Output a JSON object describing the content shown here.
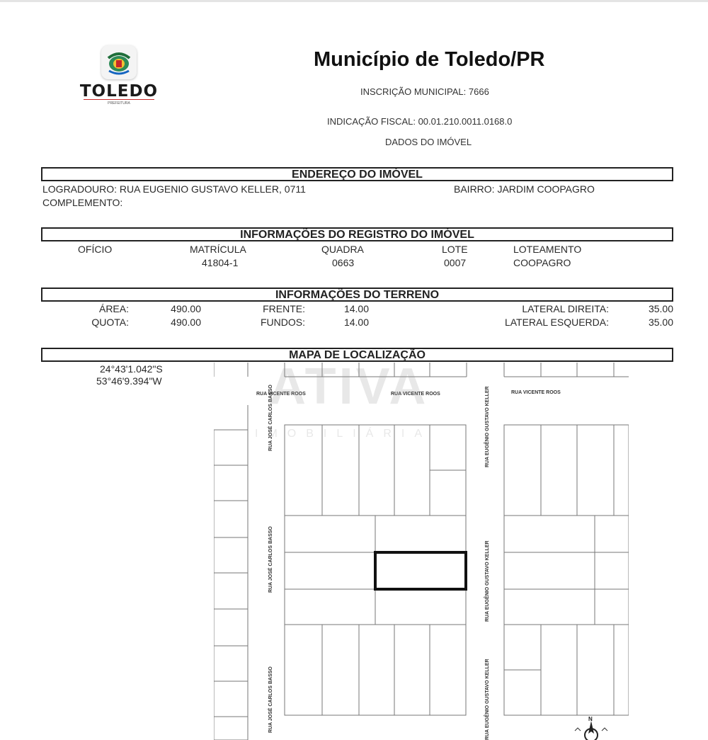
{
  "header": {
    "logo_text": "TOLEDO",
    "logo_subtext": "PREFEITURA",
    "title": "Município de Toledo/PR",
    "inscricao": "INSCRIÇÃO MUNICIPAL: 7666",
    "indicacao": "INDICAÇÃO FISCAL: 00.01.210.0011.0168.0",
    "dados": "DADOS DO IMÓVEL"
  },
  "endereco": {
    "heading": "ENDEREÇO DO IMÓVEL",
    "logradouro": "LOGRADOURO: RUA EUGENIO GUSTAVO KELLER, 0711",
    "bairro": "BAIRRO: JARDIM COOPAGRO",
    "complemento": "COMPLEMENTO:"
  },
  "registro": {
    "heading": "INFORMAÇÕES DO REGISTRO DO IMÓVEL",
    "oficio_label": "OFÍCIO",
    "matricula_label": "MATRÍCULA",
    "quadra_label": "QUADRA",
    "lote_label": "LOTE",
    "loteamento_label": "LOTEAMENTO",
    "matricula": "41804-1",
    "quadra": "0663",
    "lote": "0007",
    "loteamento": "COOPAGRO"
  },
  "terreno": {
    "heading": "INFORMAÇÕES DO TERRENO",
    "area_label": "ÁREA:",
    "area": "490.00",
    "quota_label": "QUOTA:",
    "quota": "490.00",
    "frente_label": "FRENTE:",
    "frente": "14.00",
    "fundos_label": "FUNDOS:",
    "fundos": "14.00",
    "lat_dir_label": "LATERAL DIREITA:",
    "lat_dir": "35.00",
    "lat_esq_label": "LATERAL ESQUERDA:",
    "lat_esq": "35.00"
  },
  "mapa": {
    "heading": "MAPA DE LOCALIZAÇÃO",
    "lat": "24°43'1.042\"S",
    "lon": "53°46'9.394\"W",
    "streets": {
      "vicente_roos": "RUA VICENTE ROOS",
      "jose_carlos_basso": "RUA JOSÉ CARLOS BASSO",
      "eugenio_keller": "RUA EUGÊNIO GUSTAVO KELLER"
    },
    "north": "N"
  },
  "watermark": {
    "brand": "ATIVA",
    "sub": "IMOBILIÁRIA"
  }
}
